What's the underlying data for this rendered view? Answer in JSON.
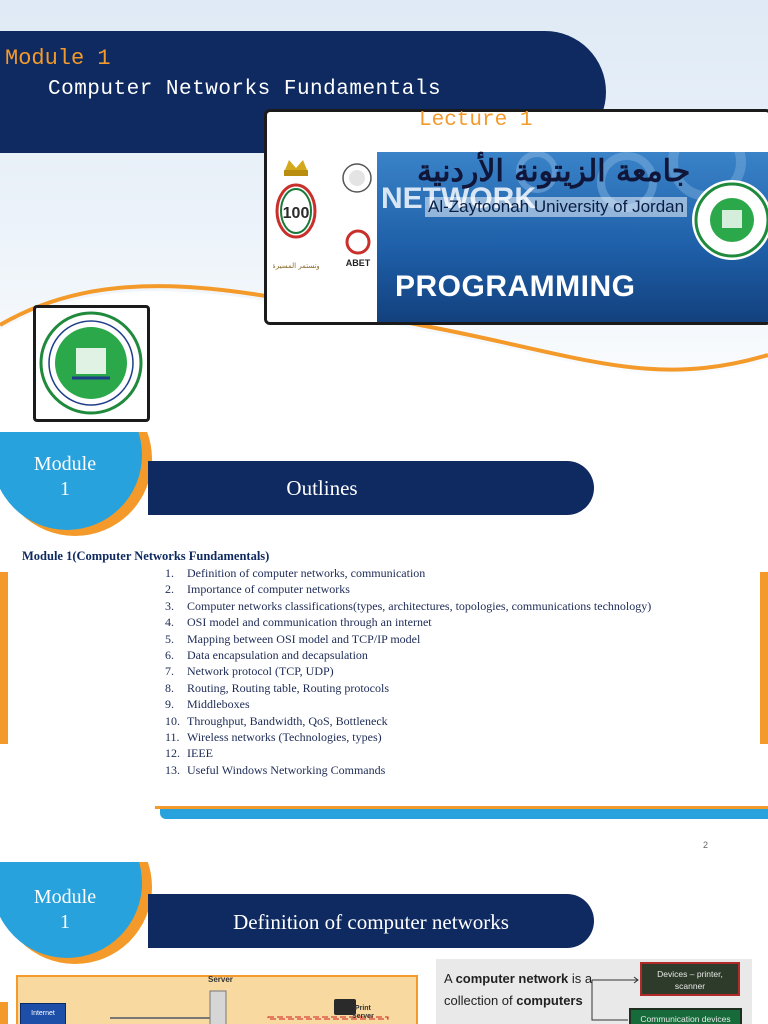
{
  "slide1": {
    "module_title": "Module 1",
    "course_title": "Computer Networks Fundamentals",
    "lecture": "Lecture 1",
    "banner_image": {
      "programming": "PROGRAMMING",
      "network": "NETWORK",
      "university_en": "Al-Zaytoonah University of Jordan",
      "university_ar": "جامعة الزيتونة الأردنية",
      "abet": "ABET",
      "centennial": "100"
    },
    "logo": "university-seal"
  },
  "slide2": {
    "module_badge": "Module\n1",
    "badge_line1": "Module",
    "badge_line2": "1",
    "title": "Outlines",
    "heading": "Module 1(Computer Networks Fundamentals)",
    "items": [
      {
        "n": "1.",
        "text": "Definition of computer networks, communication"
      },
      {
        "n": "2.",
        "text": "Importance of computer networks"
      },
      {
        "n": "3.",
        "text": "Computer networks classifications(types, architectures, topologies, communications technology)"
      },
      {
        "n": "4.",
        "text": "OSI model and communication through an internet"
      },
      {
        "n": "5.",
        "text": "Mapping between OSI model and TCP/IP model"
      },
      {
        "n": "6.",
        "text": "Data encapsulation and decapsulation"
      },
      {
        "n": "7.",
        "text": "Network protocol (TCP, UDP)"
      },
      {
        "n": "8.",
        "text": "Routing, Routing table, Routing protocols"
      },
      {
        "n": "9.",
        "text": "Middleboxes"
      },
      {
        "n": "10.",
        "text": "Throughput, Bandwidth, QoS, Bottleneck"
      },
      {
        "n": "11.",
        "text": "Wireless networks (Technologies, types)"
      },
      {
        "n": "12.",
        "text": "IEEE"
      },
      {
        "n": "13.",
        "text": "Useful Windows Networking Commands"
      }
    ],
    "page_number": "2"
  },
  "slide3": {
    "badge_line1": "Module",
    "badge_line2": "1",
    "title": "Definition of computer networks",
    "diagram": {
      "server": "Server",
      "internet": "Internet",
      "print_server": "Print\nServer"
    },
    "definition_text": "A computer network is a collection of computers",
    "definition_parts": [
      "A ",
      "computer network",
      " is a",
      "collection of ",
      "computers"
    ],
    "box1": "Devices – printer,\nscanner",
    "box2": "Communication devices"
  },
  "colors": {
    "navy": "#0f2a60",
    "orange": "#f39a2a",
    "sky_blue": "#27a2dc"
  }
}
